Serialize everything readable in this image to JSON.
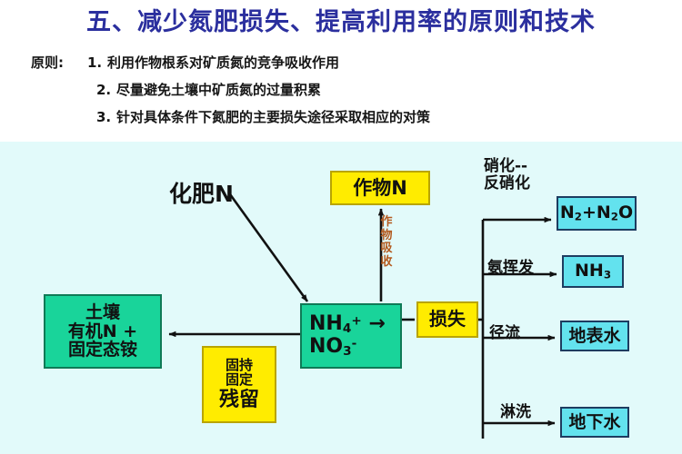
{
  "header": {
    "title": "五、减少氮肥损失、提高利用率的原则和技术",
    "title_color": "#2b2f9e"
  },
  "principles": {
    "label": "原则:",
    "items": [
      {
        "num": "1.",
        "text": "利用作物根系对矿质氮的竞争吸收作用"
      },
      {
        "num": "2.",
        "text": "尽量避免土壤中矿质氮的过量积累"
      },
      {
        "num": "3.",
        "text": "针对具体条件下氮肥的主要损失途径采取相应的对策"
      }
    ]
  },
  "diagram": {
    "background_color": "#e2fafa",
    "colors": {
      "green_fill": "#19d49a",
      "green_border": "#0f7a56",
      "yellow_fill": "#ffec00",
      "yellow_border": "#b9a400",
      "cyan_fill": "#63e2ee",
      "cyan_border": "#1d3c60",
      "uptake_label": "#b35a1f"
    },
    "free_labels": {
      "fertilizer": "化肥N",
      "nitrification": "硝化--\n反硝化",
      "nitrification_line1": "硝化--",
      "nitrification_line2": "反硝化",
      "ammonia_volatilization": "氨挥发",
      "runoff": "径流",
      "leaching": "淋洗",
      "crop_uptake": "作物吸收"
    },
    "boxes": {
      "soil": {
        "line1": "土壤",
        "line2": "有机N +",
        "line3": "固定态铵",
        "color": "green"
      },
      "mineral_n": {
        "line1_html": "NH<sub>4</sub><sup>+</sup> →",
        "line2_html": "NO<sub>3</sub><sup>-</sup>",
        "color": "green"
      },
      "crop_n": {
        "label": "作物N",
        "color": "yellow"
      },
      "loss": {
        "label": "损失",
        "color": "yellow"
      },
      "residual": {
        "line1": "固持",
        "line2": "固定",
        "line3": "残留",
        "color": "yellow"
      },
      "n2_n2o": {
        "label_html": "N<sub>2</sub>+N<sub>2</sub>O",
        "color": "cyan"
      },
      "nh3": {
        "label_html": "NH<sub>3</sub>",
        "color": "cyan"
      },
      "surface_water": {
        "label": "地表水",
        "color": "cyan"
      },
      "ground_water": {
        "label": "地下水",
        "color": "cyan"
      }
    }
  }
}
